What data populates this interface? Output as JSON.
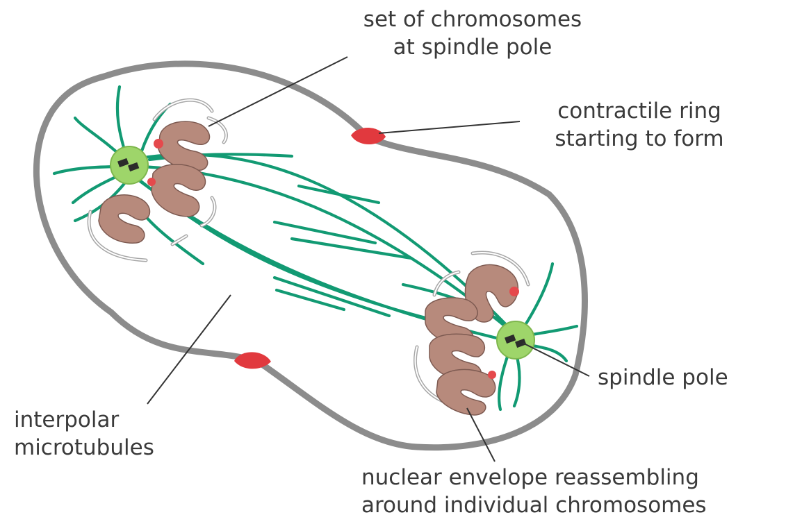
{
  "labels": {
    "set_of_chromosomes": {
      "line1": "set of chromosomes",
      "line2": "at spindle pole"
    },
    "contractile_ring": {
      "line1": "contractile ring",
      "line2": "starting to form"
    },
    "spindle_pole": {
      "line1": "spindle pole"
    },
    "interpolar_microtubules": {
      "line1": "interpolar",
      "line2": "microtubules"
    },
    "nuclear_envelope": {
      "line1": "nuclear envelope reassembling",
      "line2": "around individual chromosomes"
    }
  },
  "colors": {
    "membrane": "#8c8c8c",
    "microtubule": "#129a73",
    "chromosome": "#b78a7c",
    "kinetochore": "#e5494c",
    "spindle_pole": "#9ed56a",
    "contractile_ring": "#e1393e",
    "nuclear_envelope": "#a7a7a7",
    "text": "#3a3a3a"
  }
}
